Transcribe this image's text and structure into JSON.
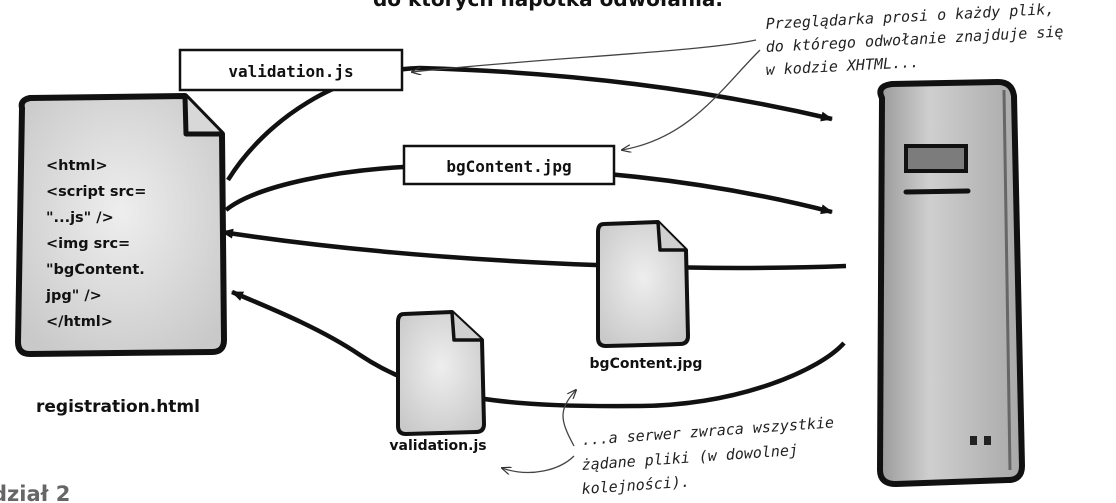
{
  "header": {
    "partial_title": "do których napotka odwołania."
  },
  "footer": {
    "chapter": "dział 2"
  },
  "document": {
    "code_lines": [
      "<html>",
      "<script src=",
      "\"...js\" />",
      "<img src=",
      "\"bgContent.",
      "jpg\" />",
      "</html>"
    ],
    "caption": "registration.html"
  },
  "requests": {
    "validation_label": "validation.js",
    "bgcontent_label": "bgContent.jpg"
  },
  "responses": {
    "bgcontent_file": "bgContent.jpg",
    "validation_file": "validation.js"
  },
  "notes": {
    "request_note": [
      "Przeglądarka prosi o każdy plik,",
      "do którego odwołanie znajduje się",
      "w kodzie XHTML..."
    ],
    "response_note": [
      "...a serwer zwraca wszystkie",
      "żądane pliki (w dowolnej",
      "kolejności)."
    ]
  }
}
